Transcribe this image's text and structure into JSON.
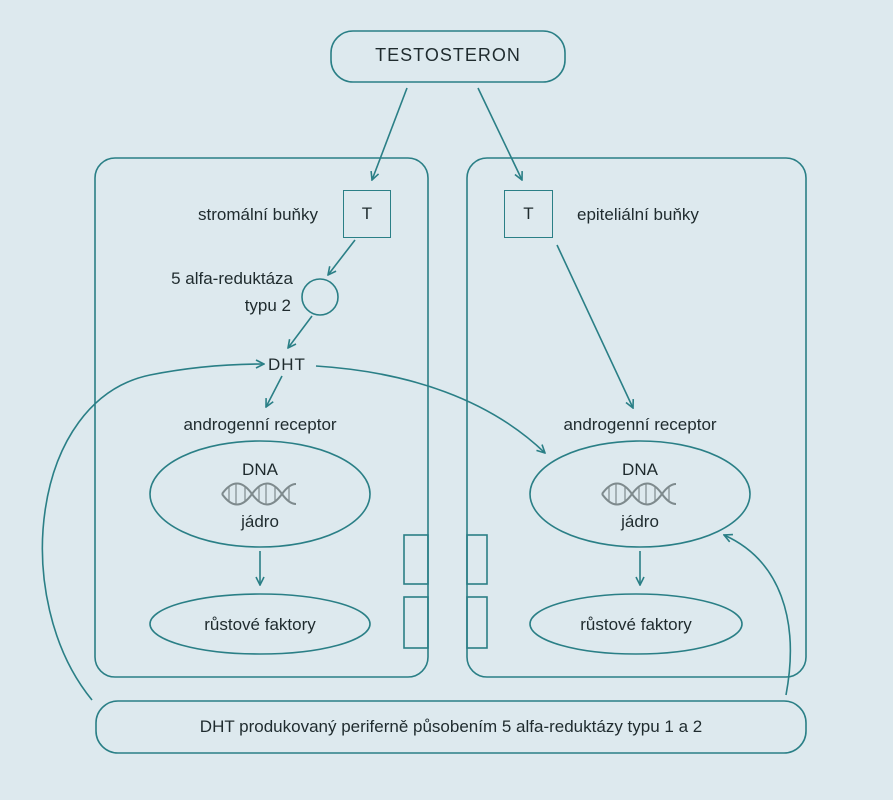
{
  "nodes": {
    "testosterone": "TESTOSTERON",
    "stromal_t": "T",
    "epithelial_t": "T",
    "stromal_cells": "stromální buňky",
    "epithelial_cells": "epiteliální buňky",
    "reductase_line1": "5 alfa-reduktáza",
    "reductase_line2": "typu 2",
    "dht": "DHT",
    "androgen_receptor_left": "androgenní receptor",
    "androgen_receptor_right": "androgenní receptor",
    "dna_left": "DNA",
    "dna_right": "DNA",
    "nucleus_left": "jádro",
    "nucleus_right": "jádro",
    "growth_factors_left": "růstové faktory",
    "growth_factors_right": "růstové faktory",
    "peripheral_dht": "DHT produkovaný periferně působením 5 alfa-reduktázy typu 1 a 2"
  },
  "colors": {
    "background": "#dde9ee",
    "stroke": "#2a7f86",
    "text": "#1f2b2e"
  }
}
